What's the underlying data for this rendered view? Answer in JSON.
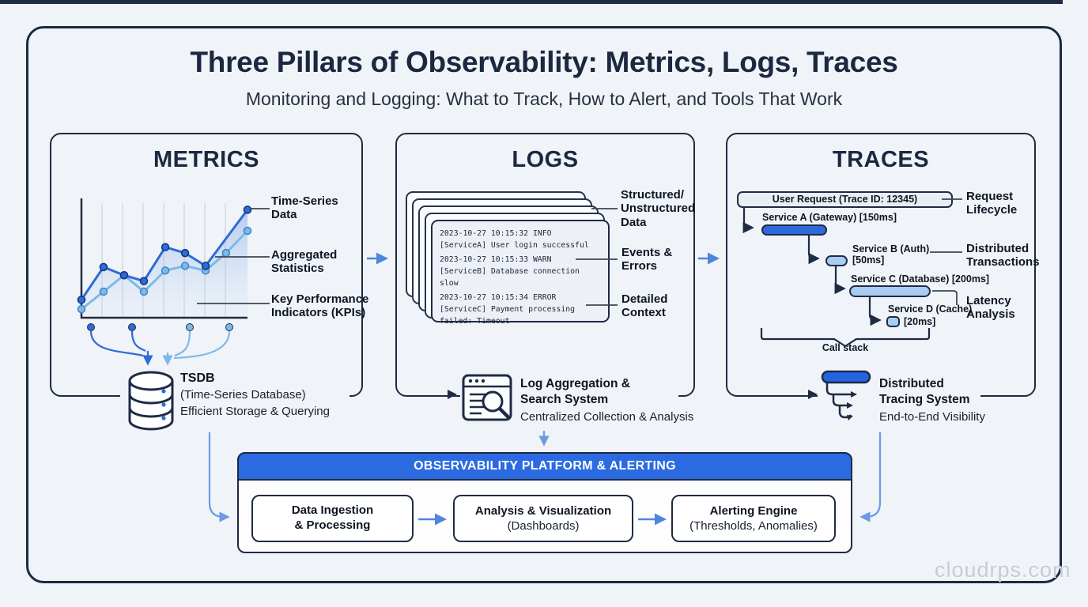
{
  "header": {
    "title": "Three Pillars of Observability: Metrics, Logs, Traces",
    "subtitle": "Monitoring and Logging: What to Track, How to Alert, and Tools That Work"
  },
  "metrics": {
    "panel_title": "METRICS",
    "annotations": [
      "Time-Series\nData",
      "Aggregated\nStatistics",
      "Key Performance\nIndicators (KPIs)"
    ],
    "tsdb": {
      "title": "TSDB",
      "line1": "(Time-Series Database)",
      "line2": "Efficient Storage & Querying"
    }
  },
  "logs": {
    "panel_title": "LOGS",
    "entries": [
      {
        "time": "2023-10-27 10:15:32 INFO",
        "msg": "[ServiceA] User login successful"
      },
      {
        "time": "2023-10-27 10:15:33 WARN",
        "msg": "[ServiceB] Database connection slow"
      },
      {
        "time": "2023-10-27 10:15:34 ERROR",
        "msg": "[ServiceC] Payment processing\nfailed: Timeout"
      }
    ],
    "annotations": [
      "Structured/\nUnstructured\nData",
      "Events &\nErrors",
      "Detailed\nContext"
    ],
    "aggregation": {
      "title": "Log Aggregation &\nSearch System",
      "subtitle": "Centralized Collection & Analysis"
    }
  },
  "traces": {
    "panel_title": "TRACES",
    "root_span": "User Request (Trace ID: 12345)",
    "span_a": "Service A (Gateway) [150ms]",
    "span_b": "Service B (Auth)\n[50ms]",
    "span_c": "Service C (Database) [200ms]",
    "span_d_line1": "Service D (Cache)",
    "span_d_line2": "[20ms]",
    "call_stack": "Call stack",
    "annotations": [
      "Request\nLifecycle",
      "Distributed\nTransactions",
      "Latency\nAnalysis"
    ],
    "tracing_system": {
      "title": "Distributed\nTracing System",
      "subtitle": "End-to-End Visibility"
    }
  },
  "platform": {
    "title": "OBSERVABILITY PLATFORM & ALERTING",
    "boxes": [
      {
        "title": "Data Ingestion\n& Processing",
        "subtitle": ""
      },
      {
        "title": "Analysis & Visualization",
        "subtitle": "(Dashboards)"
      },
      {
        "title": "Alerting Engine",
        "subtitle": "(Thresholds, Anomalies)"
      }
    ]
  },
  "watermark": "cloudrps.com",
  "colors": {
    "outline_navy": "#1e2b45",
    "accent_blue": "#2b6ae0",
    "series_dark": "#2e6ad9",
    "series_light": "#7cb9eb",
    "connector_blue": "#4f86dd",
    "connector_light": "#6b9ae4"
  },
  "chart_data": {
    "type": "line",
    "title": "",
    "xlabel": "",
    "ylabel": "",
    "axes_labeled": false,
    "grid": "vertical-only",
    "grid_x": [
      12.4,
      24.8,
      37.1,
      49.5,
      61.9,
      74.3,
      86.7
    ],
    "series": [
      {
        "name": "primary-metric",
        "color": "#2e6ad9",
        "x": [
          0,
          13.3,
          25.7,
          37.6,
          50.5,
          62.4,
          74.8,
          100
        ],
        "values": [
          16,
          44,
          37,
          32,
          61,
          56,
          45,
          93
        ]
      },
      {
        "name": "aggregated-metric",
        "color": "#7cb9eb",
        "x": [
          0,
          13.3,
          25.7,
          37.6,
          50.5,
          62.4,
          74.8,
          87.1,
          100
        ],
        "values": [
          8,
          23,
          37,
          23,
          41,
          45,
          41,
          56,
          75
        ]
      }
    ]
  }
}
